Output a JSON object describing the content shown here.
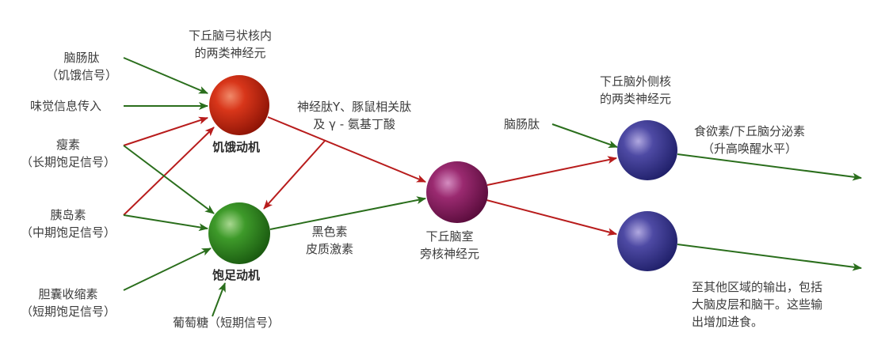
{
  "colors": {
    "inhibit_arrow": "#b81c1c",
    "excite_arrow": "#2a6e1c",
    "hunger_sphere": "#cc2a10",
    "satiety_sphere": "#2e8a1e",
    "pvn_sphere": "#8a1a5e",
    "lateral_sphere": "#3a3a92",
    "text": "#3c3c3c"
  },
  "nodes": {
    "hunger": {
      "label": "饥饿动机",
      "group_title": [
        "下丘脑弓状核内",
        "的两类神经元"
      ]
    },
    "satiety": {
      "label": "饱足动机"
    },
    "pvn": {
      "label": [
        "下丘脑室",
        "旁核神经元"
      ]
    },
    "lateral_upper": {
      "group_title": [
        "下丘脑外侧核",
        "的两类神经元"
      ]
    },
    "lateral_lower": {}
  },
  "inputs": {
    "ghrelin": [
      "脑肠肽",
      "（饥饿信号）"
    ],
    "taste": [
      "味觉信息传入"
    ],
    "leptin": [
      "瘦素",
      "（长期饱足信号）"
    ],
    "insulin": [
      "胰岛素",
      "（中期饱足信号）"
    ],
    "cck": [
      "胆囊收缩素",
      "（短期饱足信号）"
    ],
    "glucose": [
      "葡萄糖（短期信号）"
    ],
    "ghrelin_lateral": [
      "脑肠肽"
    ]
  },
  "edge_labels": {
    "npy": [
      "神经肽Y、豚鼠相关肽",
      "及 γ - 氨基丁酸"
    ],
    "msh": [
      "黑色素",
      "皮质激素"
    ],
    "orexin": [
      "食欲素/下丘脑分泌素",
      "（升高唤醒水平）"
    ],
    "outputs": [
      "至其他区域的输出，包括",
      "大脑皮层和脑干。这些输",
      "出增加进食。"
    ]
  }
}
